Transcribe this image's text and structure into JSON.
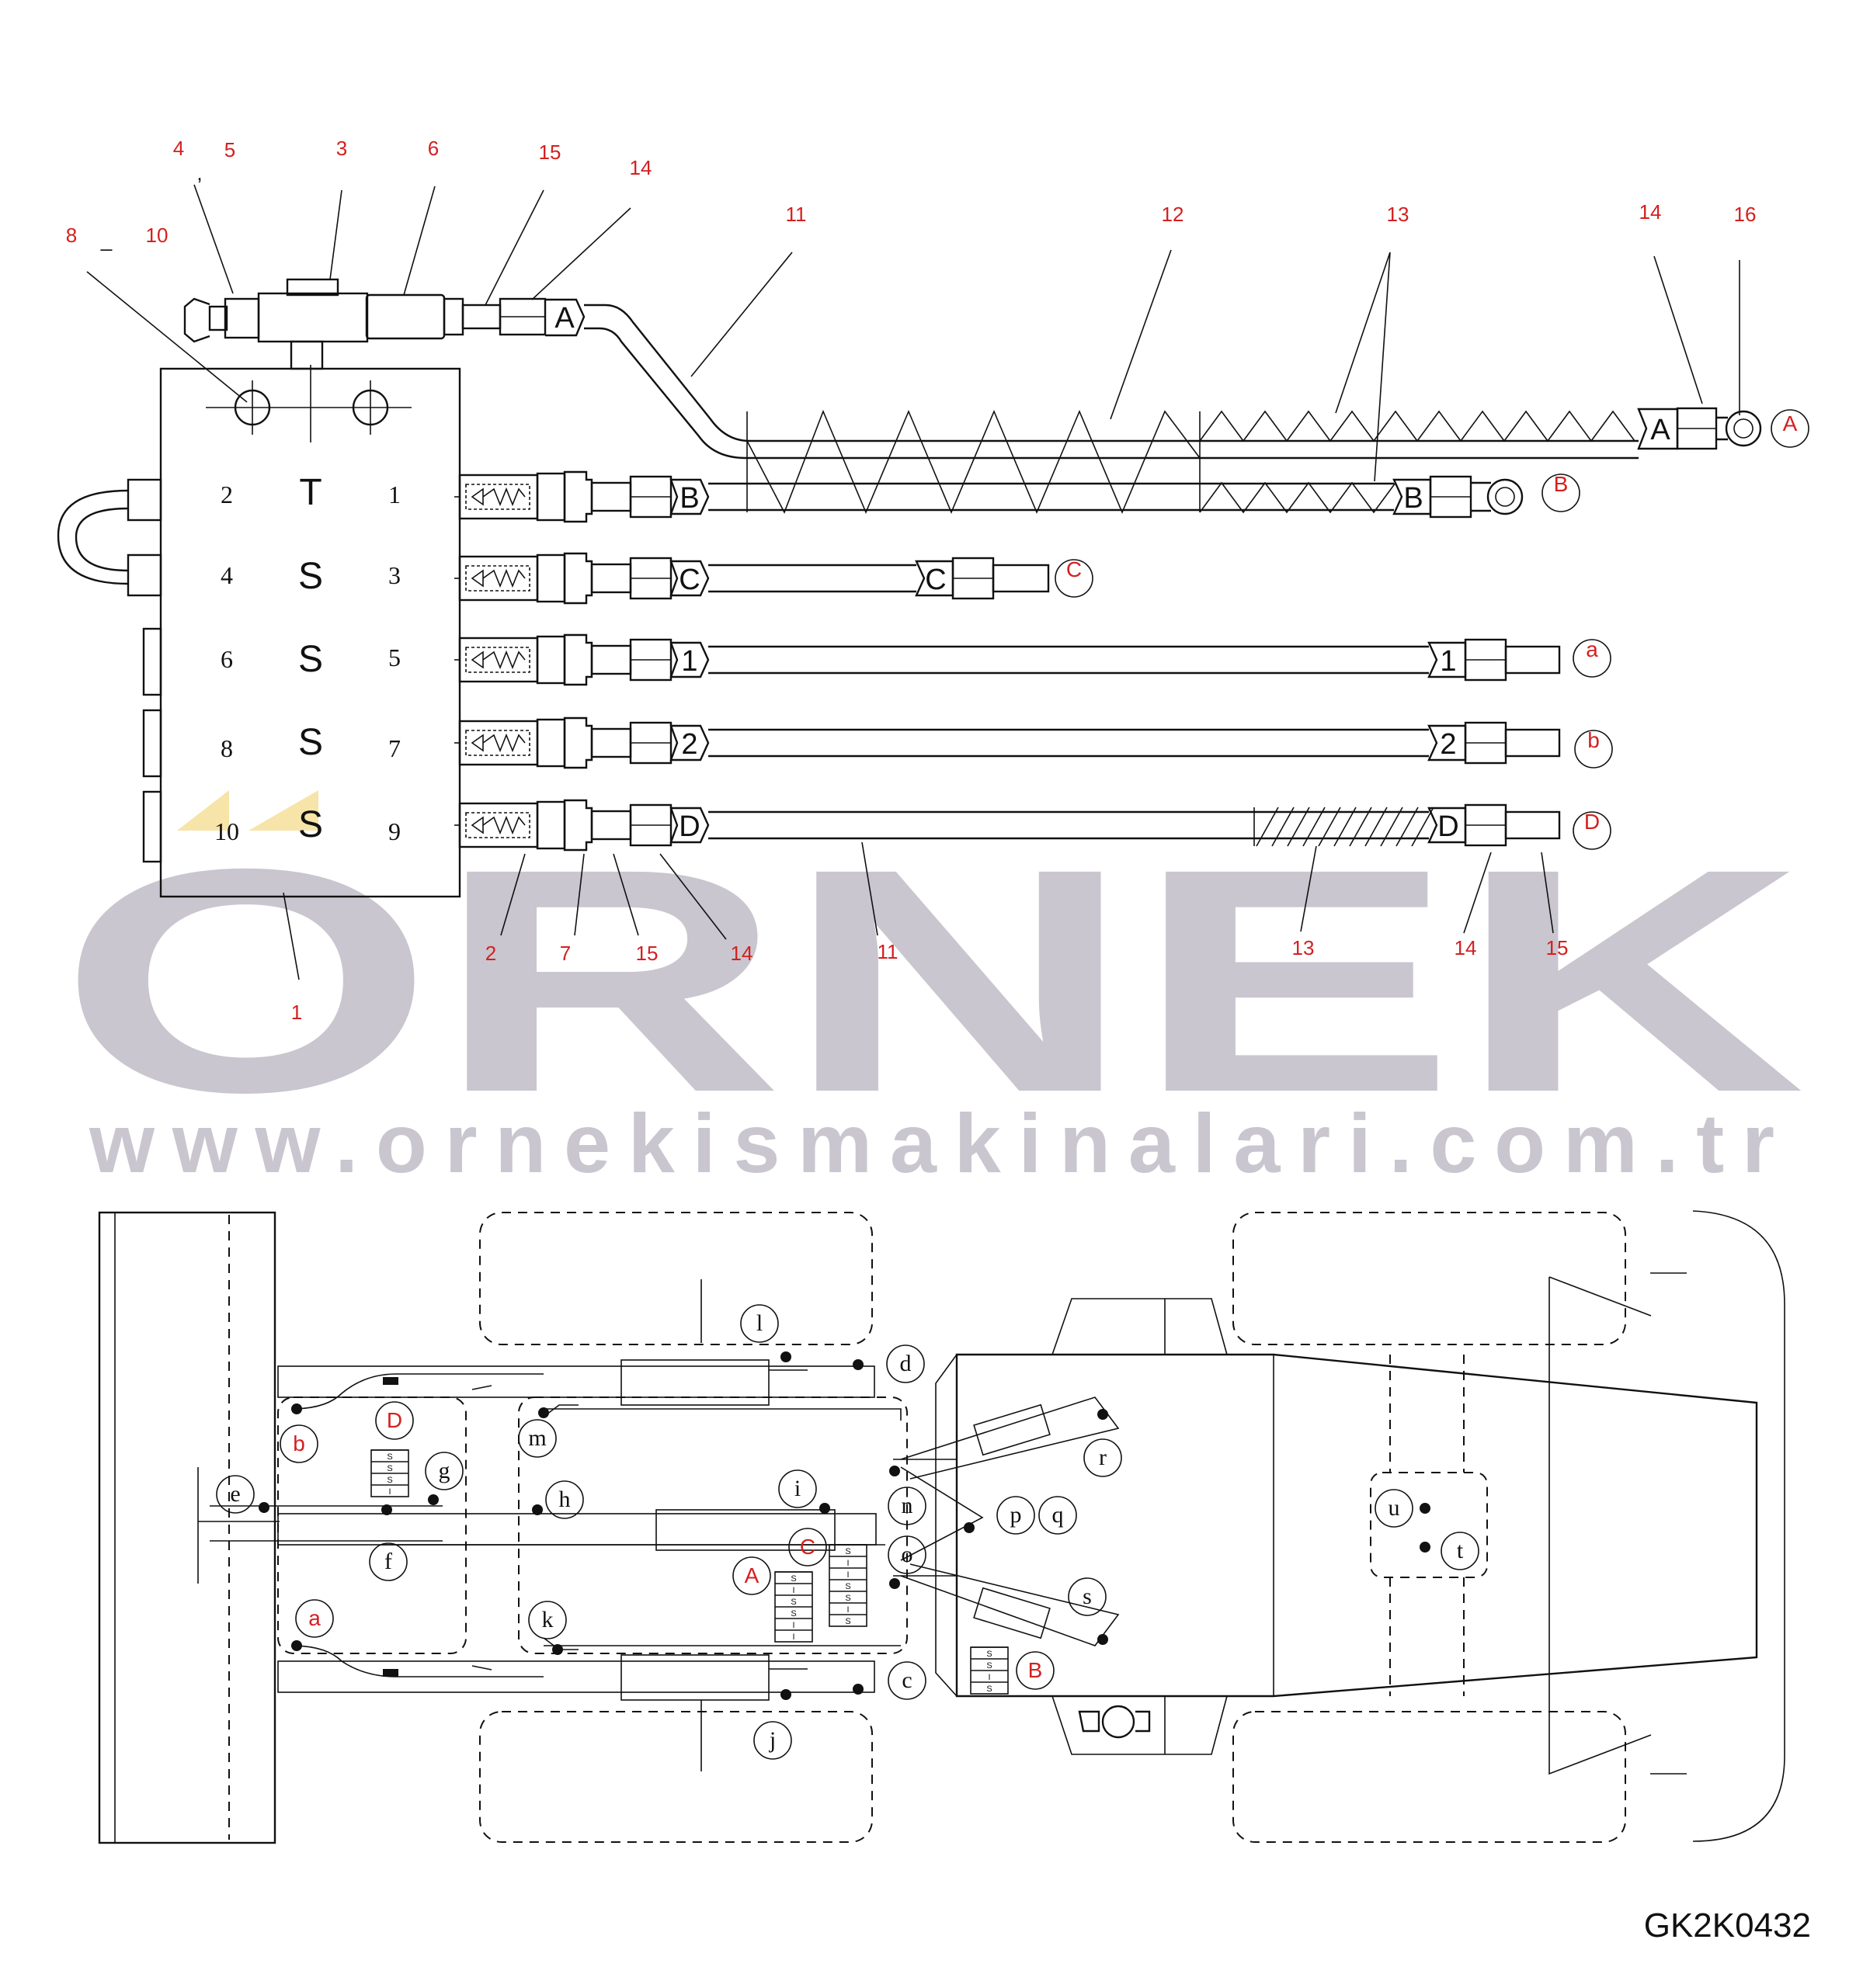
{
  "watermark": {
    "logo_text": "ORNEK",
    "url": "www.ornekismakinalari.com.tr"
  },
  "drawing_code": "GK2K0432",
  "callouts": {
    "top": [
      "4",
      ",",
      "5",
      "3",
      "6",
      "15",
      "14",
      "8",
      "_",
      "10",
      "11",
      "12",
      "13",
      "14",
      "16"
    ],
    "bottom": [
      "2",
      "7",
      "15",
      "14",
      "11",
      "13",
      "14",
      "15",
      "1"
    ]
  },
  "valve_ports": {
    "left": [
      "2",
      "4",
      "6",
      "8",
      "10"
    ],
    "center": [
      "T",
      "S",
      "S",
      "S",
      "S"
    ],
    "right": [
      "1",
      "3",
      "5",
      "7",
      "9"
    ]
  },
  "hose_tags": [
    "A",
    "B",
    "C",
    "1",
    "2",
    "D",
    "A",
    "B",
    "C",
    "1",
    "2",
    "D"
  ],
  "hose_ends": [
    "A",
    "B",
    "C",
    "a",
    "b",
    "D"
  ],
  "machine_letters": [
    "l",
    "d",
    "m",
    "b",
    "D",
    "g",
    "e",
    "h",
    "i",
    "n",
    "p",
    "q",
    "r",
    "f",
    "C",
    "o",
    "A",
    "a",
    "s",
    "k",
    "B",
    "c",
    "j",
    "u",
    "t"
  ],
  "block_labels": [
    "S",
    "S",
    "S",
    "I",
    "S",
    "S",
    "I",
    "I",
    "S",
    "S",
    "I",
    "S"
  ]
}
